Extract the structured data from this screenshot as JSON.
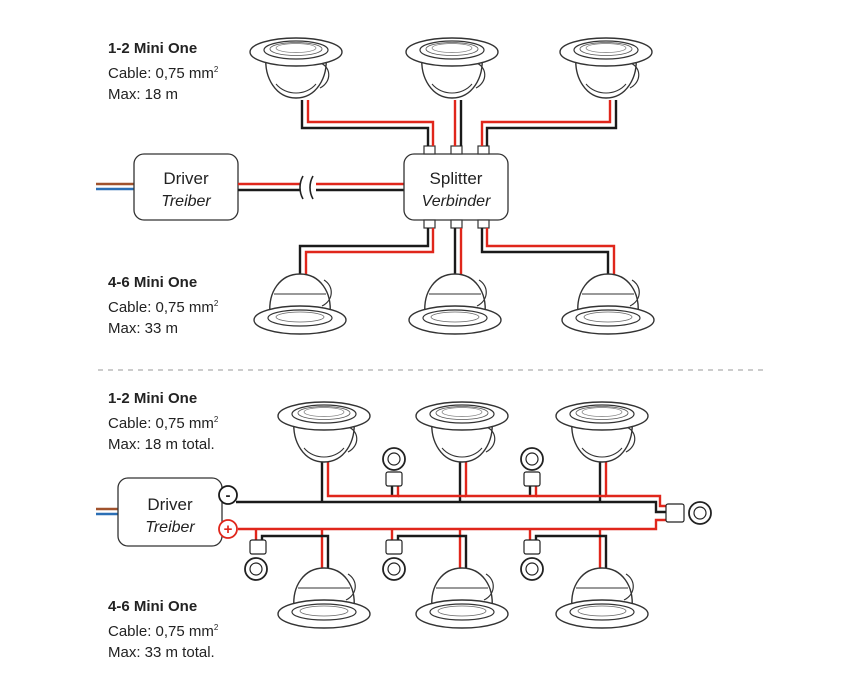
{
  "diagram_top": {
    "upper_group": {
      "title": "1-2 Mini One",
      "cable": "Cable: 0,75 mm",
      "cable_sup": "2",
      "max": "Max: 18 m"
    },
    "lower_group": {
      "title": "4-6 Mini One",
      "cable": "Cable: 0,75 mm",
      "cable_sup": "2",
      "max": "Max: 33 m"
    },
    "driver": {
      "line1": "Driver",
      "line2": "Treiber"
    },
    "splitter": {
      "line1": "Splitter",
      "line2": "Verbinder"
    }
  },
  "diagram_bottom": {
    "upper_group": {
      "title": "1-2 Mini One",
      "cable": "Cable: 0,75 mm",
      "cable_sup": "2",
      "max": "Max: 18 m total."
    },
    "lower_group": {
      "title": "4-6 Mini One",
      "cable": "Cable: 0,75 mm",
      "cable_sup": "2",
      "max": "Max: 33 m total."
    },
    "driver": {
      "line1": "Driver",
      "line2": "Treiber"
    },
    "minus_symbol": "-",
    "plus_symbol": "+"
  },
  "colors": {
    "red": "#e0261b",
    "black": "#1a1a1a",
    "blue": "#2b6fb5",
    "brown": "#a0522d",
    "outline": "#333333",
    "divider": "#bbbbbb"
  }
}
